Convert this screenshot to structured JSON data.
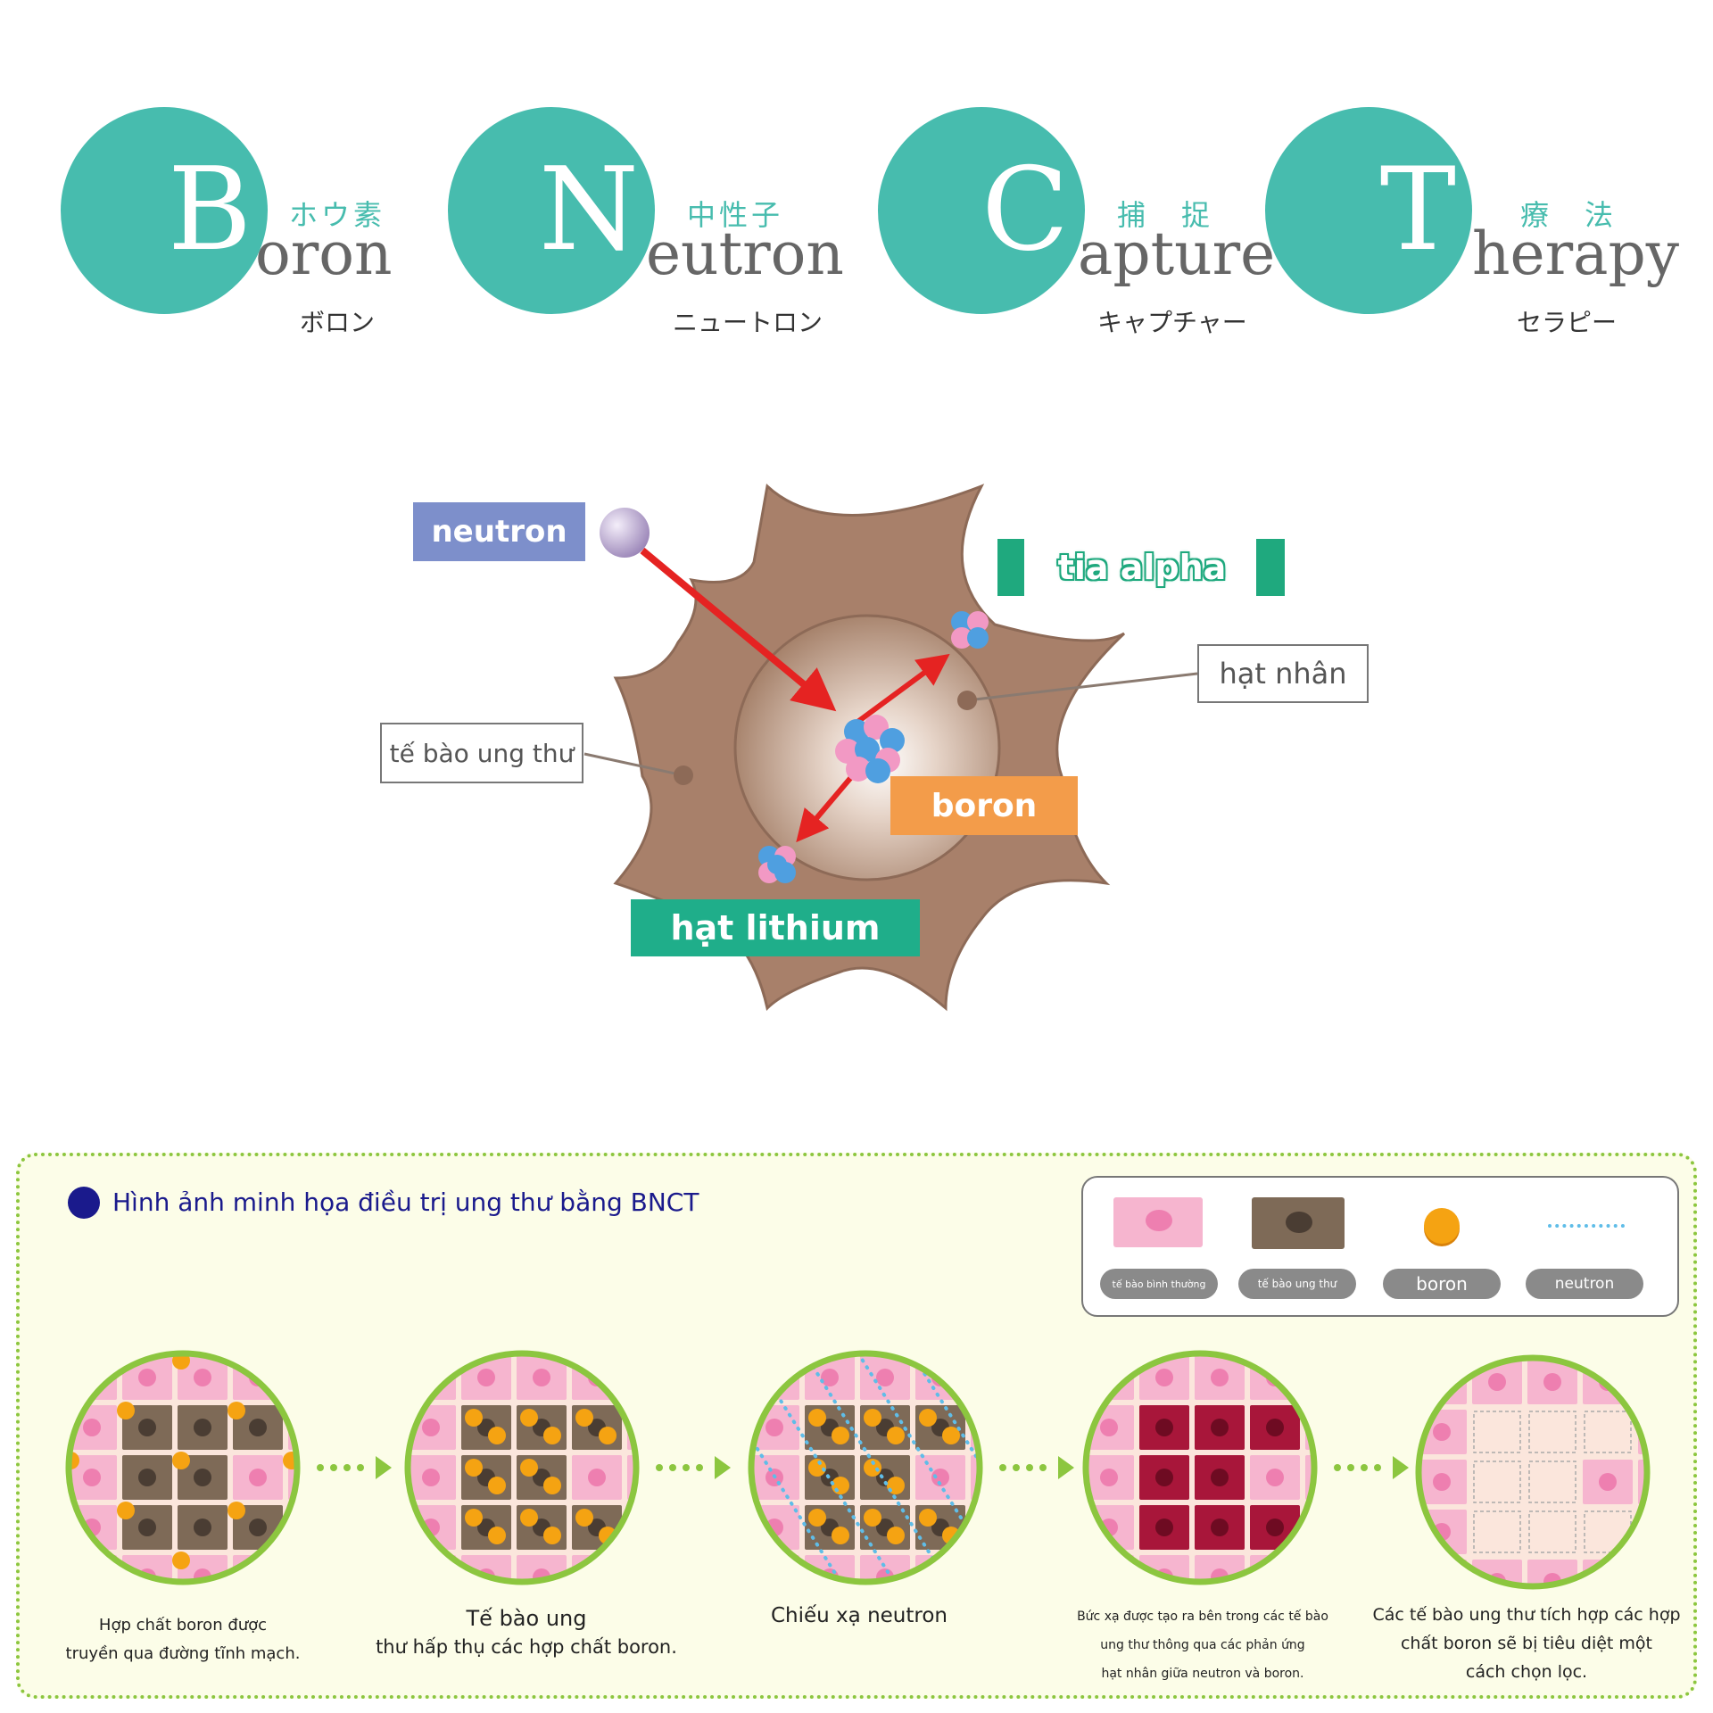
{
  "header": {
    "words": [
      {
        "letter": "B",
        "rest": "oron",
        "kanji": "ホウ素",
        "kana": "ボロン"
      },
      {
        "letter": "N",
        "rest": "eutron",
        "kanji": "中性子",
        "kana": "ニュートロン"
      },
      {
        "letter": "C",
        "rest": "apture",
        "kanji": "捕　捉",
        "kana": "キャプチャー"
      },
      {
        "letter": "T",
        "rest": "herapy",
        "kanji": "療　法",
        "kana": "セラピー"
      }
    ]
  },
  "reaction": {
    "neutron": "neutron",
    "alpha": "tia alpha",
    "nucleus": "hạt nhân",
    "cancer_cell": "tế bào ung thư",
    "boron": "boron",
    "lithium": "hạt lithium"
  },
  "panel": {
    "title": "Hình ảnh minh họa điều trị ung thư bằng BNCT",
    "legend": {
      "normal_cell": "tế bào bình thường",
      "cancer_cell": "tế bào ung thư",
      "boron": "boron",
      "neutron": "neutron"
    },
    "steps": [
      {
        "line1": "Hợp chất boron được",
        "line2": "truyền qua đường tĩnh mạch.",
        "line3": ""
      },
      {
        "line1": "Tế bào ung",
        "line2": "thư hấp thụ các hợp chất boron.",
        "line3": ""
      },
      {
        "line1": "Chiếu xạ neutron",
        "line2": "",
        "line3": ""
      },
      {
        "line1": "Bức xạ được tạo ra bên trong các tế bào",
        "line2": "ung thư thông qua các phản ứng",
        "line3": "hạt nhân giữa neutron và boron."
      },
      {
        "line1": "Các tế bào ung thư tích hợp các hợp",
        "line2": "chất boron sẽ bị tiêu diệt một",
        "line3": "cách chọn lọc."
      }
    ]
  },
  "colors": {
    "teal": "#47bcae",
    "green_border": "#8cc63f",
    "panel_bg": "#fcfde8",
    "cell_body": "#a8806a",
    "normal_cell": "#f6b5cf",
    "cancer_cell": "#7e6a57",
    "boron_dot": "#f5a312",
    "arrow_red": "#e52322",
    "destroyed_cell": "#a8163a",
    "title_navy": "#1a1a8c"
  }
}
